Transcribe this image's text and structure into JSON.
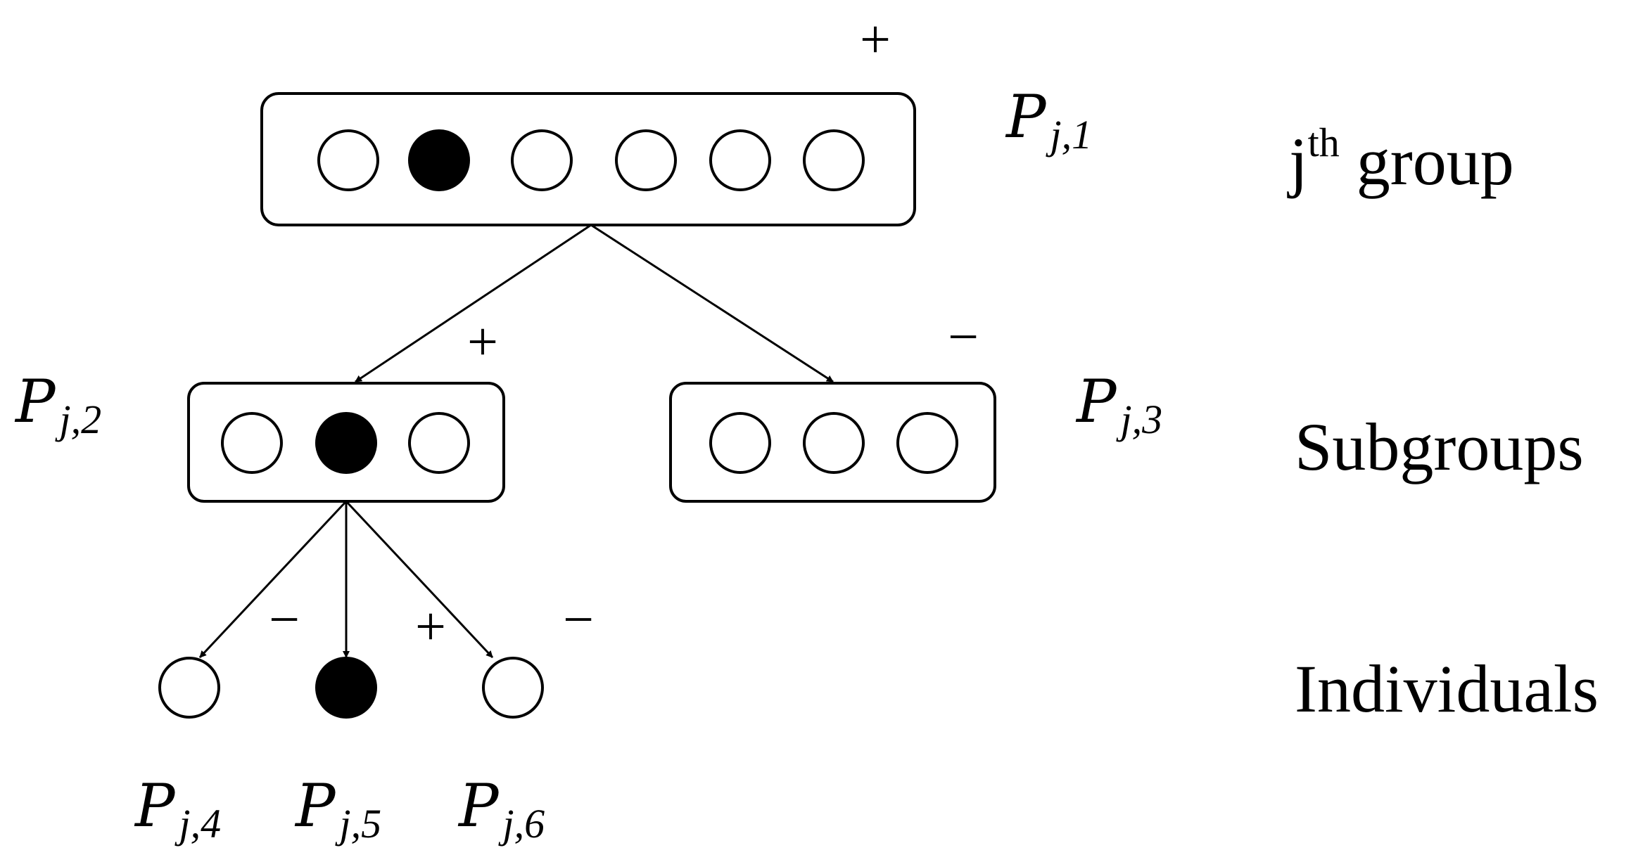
{
  "level_labels": {
    "group_base": "j",
    "group_sup": "th",
    "group_rest": " group",
    "subgroups": "Subgroups",
    "individuals": "Individuals"
  },
  "nodes": {
    "p1": {
      "script": "P",
      "sub": "j,1"
    },
    "p2": {
      "script": "P",
      "sub": "j,2"
    },
    "p3": {
      "script": "P",
      "sub": "j,3"
    },
    "p4": {
      "script": "P",
      "sub": "j,4"
    },
    "p5": {
      "script": "P",
      "sub": "j,5"
    },
    "p6": {
      "script": "P",
      "sub": "j,6"
    }
  },
  "signs": {
    "p1": "+",
    "p2": "+",
    "p3": "−",
    "p4": "−",
    "p5": "+",
    "p6": "−"
  },
  "members": {
    "group": [
      false,
      true,
      false,
      false,
      false,
      false
    ],
    "subgroup_2": [
      false,
      true,
      false
    ],
    "subgroup_3": [
      false,
      false,
      false
    ],
    "individuals": [
      false,
      true,
      false
    ]
  },
  "colors": {
    "stroke": "#000000",
    "filled": "#000000",
    "empty": "#ffffff"
  }
}
